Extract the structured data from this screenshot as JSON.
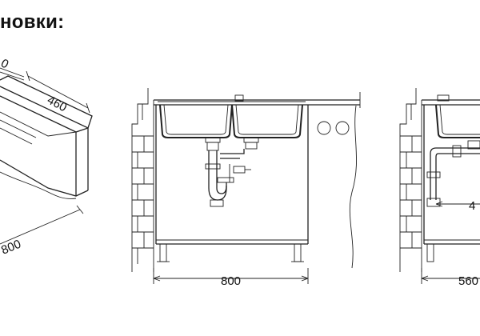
{
  "header": {
    "title": "новки:"
  },
  "diagram": {
    "left_view": {
      "dims": [
        "0",
        "460",
        "800"
      ]
    },
    "front_view": {
      "width_label": "800"
    },
    "side_view": {
      "width_label": "560",
      "depth_label": "4"
    }
  },
  "colors": {
    "line": "#222222",
    "background": "#ffffff"
  }
}
